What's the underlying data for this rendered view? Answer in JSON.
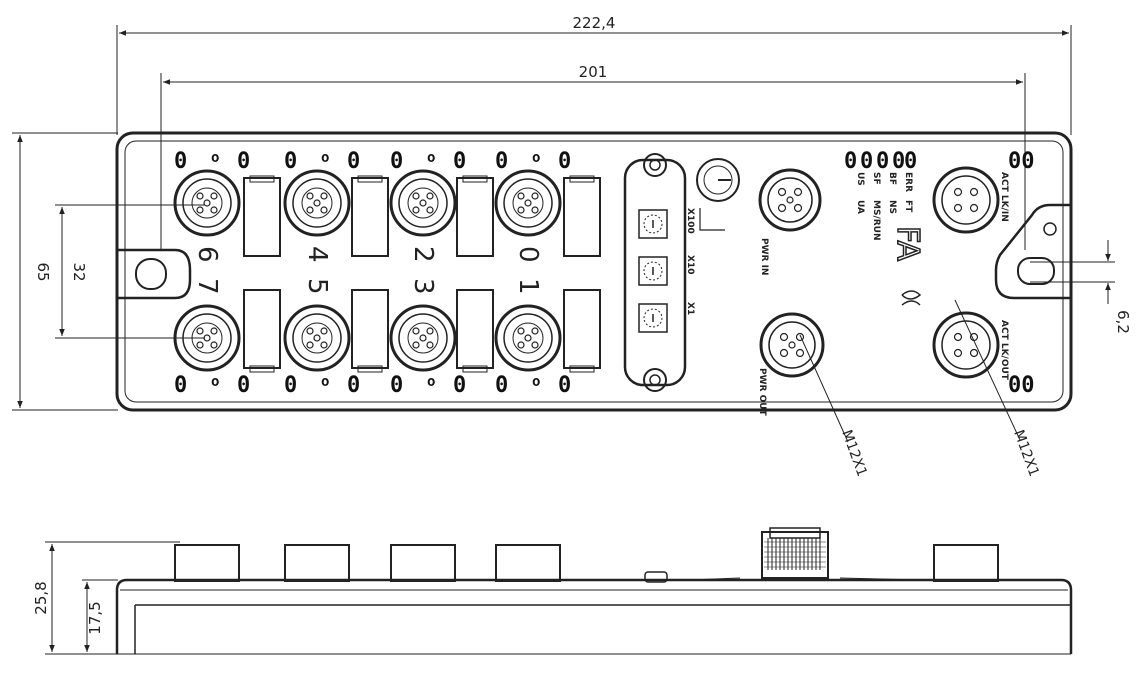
{
  "dimensions": {
    "overall_width": "222,4",
    "mount_spacing": "201",
    "overall_height": "65",
    "row_spacing": "32",
    "slot_offset": "6,2",
    "total_depth": "25,8",
    "body_depth": "17,5"
  },
  "ports": {
    "top_row": [
      "6",
      "4",
      "2",
      "0"
    ],
    "bottom_row": [
      "7",
      "5",
      "3",
      "1"
    ]
  },
  "led_marks": [
    "0",
    "o",
    "0"
  ],
  "address_switches": [
    "X100",
    "X10",
    "X1"
  ],
  "connector_labels": {
    "power_in": "PWR IN",
    "power_out": "PWR OUT",
    "link_in": "ACT LK/IN",
    "link_out": "ACT LK/OUT",
    "thread_left": "M12X1",
    "thread_right": "M12X1"
  },
  "status_leds": [
    "US",
    "UA",
    "SF",
    "MS/RUN",
    "BF",
    "NS",
    "ERR",
    "FT"
  ],
  "logo": "FA",
  "colors": {
    "line": "#222222",
    "background": "#ffffff"
  }
}
